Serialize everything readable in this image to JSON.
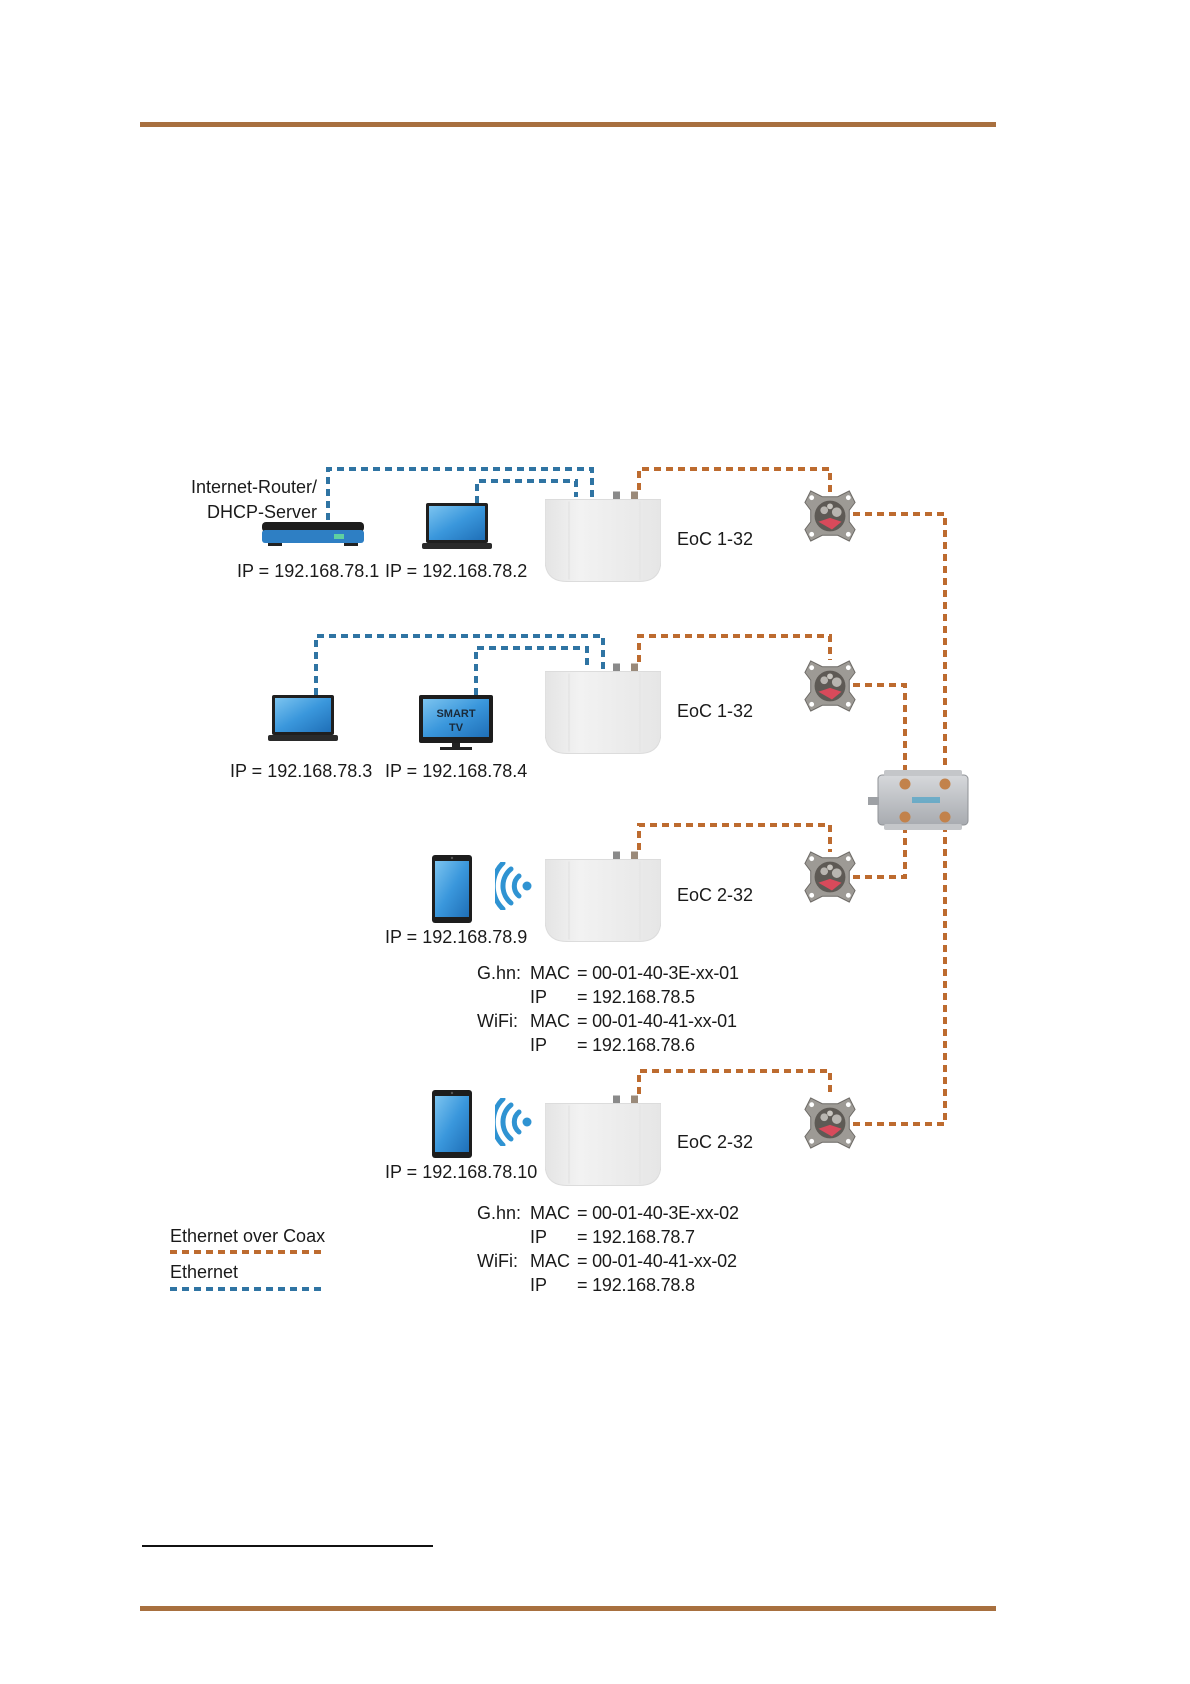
{
  "page": {
    "header_rule_color": "#a8703f",
    "footer_rule_color": "#a8703f"
  },
  "colors": {
    "ethernet": "#2f74a3",
    "coax": "#bd6b2f",
    "device_blue": "#3a8fd0",
    "eoc_body": "#ececec"
  },
  "row1": {
    "router_label_line1": "Internet-Router/",
    "router_label_line2": "DHCP-Server",
    "router_ip": "IP = 192.168.78.1",
    "laptop_ip": "IP = 192.168.78.2",
    "eoc_label": "EoC 1-32"
  },
  "row2": {
    "laptop_ip": "IP = 192.168.78.3",
    "tv_label_line1": "SMART",
    "tv_label_line2": "TV",
    "tv_ip": "IP = 192.168.78.4",
    "eoc_label": "EoC 1-32"
  },
  "row3": {
    "tablet_ip": "IP = 192.168.78.9",
    "eoc_label": "EoC 2-32",
    "info": {
      "ghn_label": "G.hn:",
      "wifi_label": "WiFi:",
      "mac_key": "MAC",
      "ip_key": "IP",
      "ghn_mac": "= 00-01-40-3E-xx-01",
      "ghn_ip": "= 192.168.78.5",
      "wifi_mac": "= 00-01-40-41-xx-01",
      "wifi_ip": "= 192.168.78.6"
    }
  },
  "row4": {
    "tablet_ip": "IP = 192.168.78.10",
    "eoc_label": "EoC 2-32",
    "info": {
      "ghn_label": "G.hn:",
      "wifi_label": "WiFi:",
      "mac_key": "MAC",
      "ip_key": "IP",
      "ghn_mac": "= 00-01-40-3E-xx-02",
      "ghn_ip": "= 192.168.78.7",
      "wifi_mac": "= 00-01-40-41-xx-02",
      "wifi_ip": "= 192.168.78.8"
    }
  },
  "legend": {
    "coax_label": "Ethernet over Coax",
    "ethernet_label": "Ethernet"
  },
  "icons": {
    "router": "router-icon",
    "laptop": "laptop-icon",
    "tv": "smart-tv-icon",
    "tablet": "tablet-icon",
    "wifi": "wifi-icon",
    "eoc": "eoc-adapter-icon",
    "socket": "coax-wall-socket-icon",
    "splitter": "splitter-icon"
  }
}
